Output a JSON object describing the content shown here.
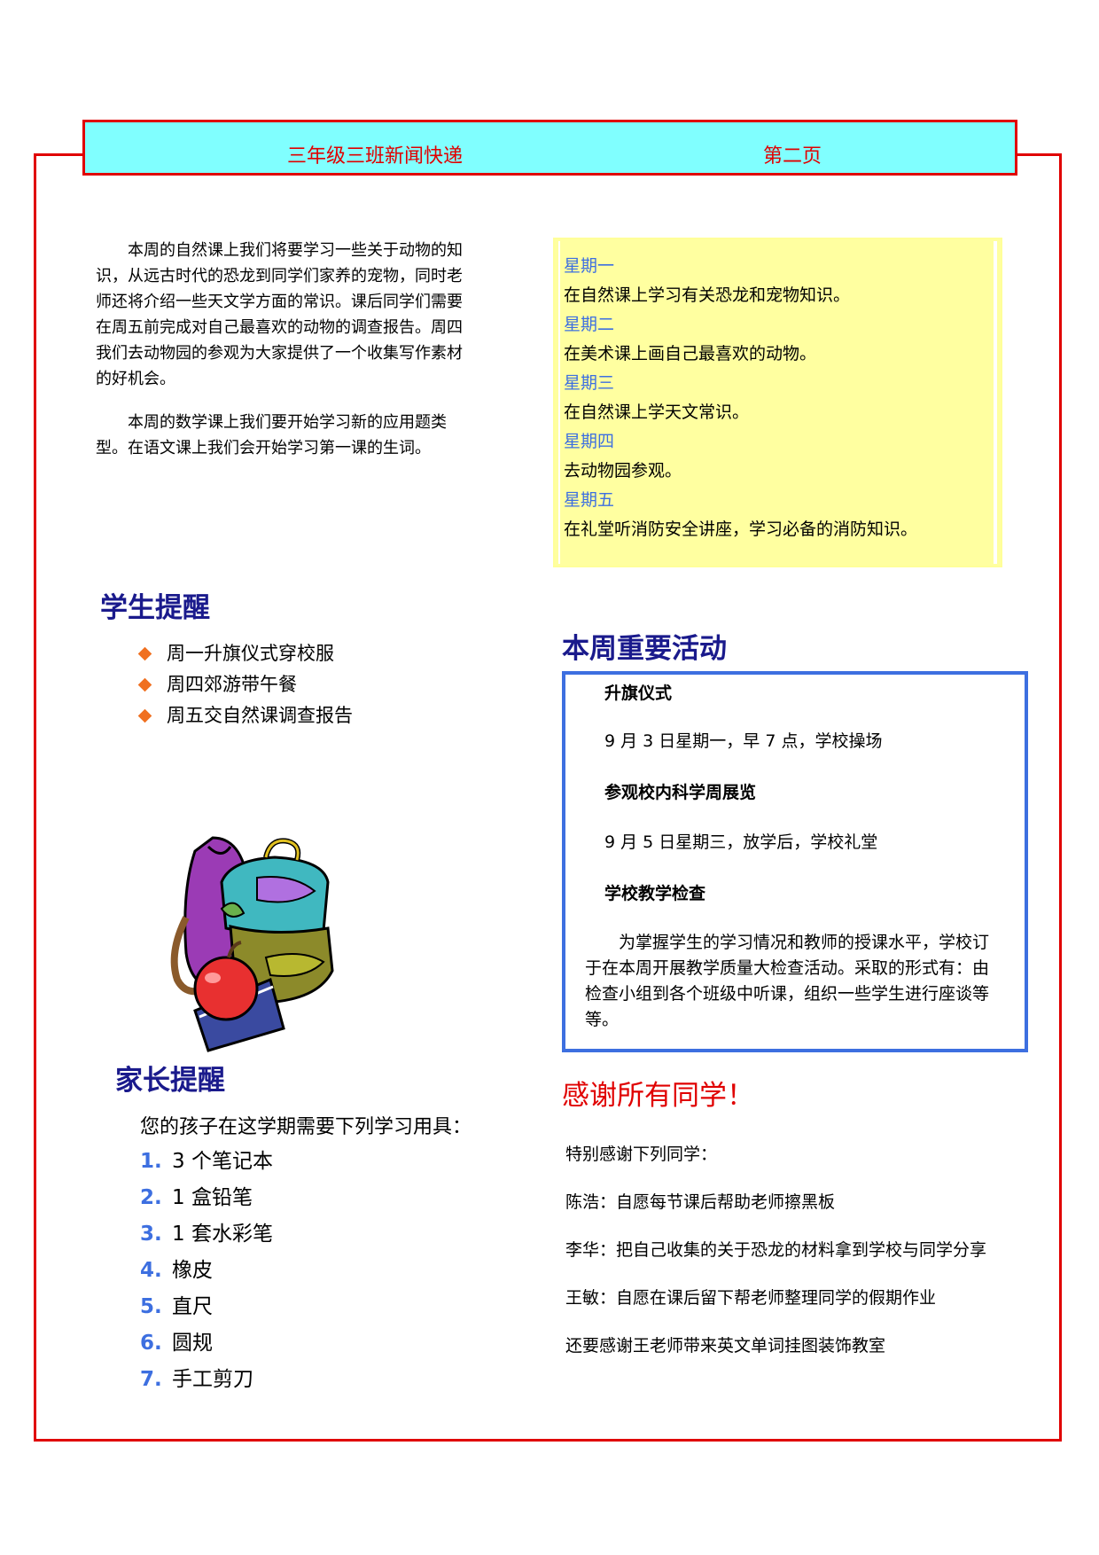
{
  "header": {
    "title": "三年级三班新闻快递",
    "page": "第二页"
  },
  "intro": {
    "p1": "本周的自然课上我们将要学习一些关于动物的知识，从远古时代的恐龙到同学们家养的宠物，同时老师还将介绍一些天文学方面的常识。课后同学们需要在周五前完成对自己最喜欢的动物的调查报告。周四我们去动物园的参观为大家提供了一个收集写作素材的好机会。",
    "p2": "本周的数学课上我们要开始学习新的应用题类型。在语文课上我们会开始学习第一课的生词。"
  },
  "schedule": [
    {
      "day": "星期一",
      "activity": "在自然课上学习有关恐龙和宠物知识。"
    },
    {
      "day": "星期二",
      "activity": "在美术课上画自己最喜欢的动物。"
    },
    {
      "day": "星期三",
      "activity": "在自然课上学天文常识。"
    },
    {
      "day": "星期四",
      "activity": "去动物园参观。"
    },
    {
      "day": "星期五",
      "activity": "在礼堂听消防安全讲座，学习必备的消防知识。"
    }
  ],
  "students": {
    "title": "学生提醒",
    "items": [
      "周一升旗仪式穿校服",
      "周四郊游带午餐",
      "周五交自然课调查报告"
    ]
  },
  "events": {
    "title": "本周重要活动",
    "e1_title": "升旗仪式",
    "e1_text": "9 月  3  日星期一，早 7 点，学校操场",
    "e2_title": "参观校内科学周展览",
    "e2_text": "9 月  5 日星期三，放学后，学校礼堂",
    "e3_title": "学校教学检查",
    "e3_text": "为掌握学生的学习情况和教师的授课水平，学校订于在本周开展教学质量大检查活动。采取的形式有：由检查小组到各个班级中听课，组织一些学生进行座谈等等。"
  },
  "parents": {
    "title": "家长提醒",
    "intro": "您的孩子在这学期需要下列学习用具：",
    "items": [
      {
        "n": "1.",
        "text": "3 个笔记本"
      },
      {
        "n": "2.",
        "text": "1 盒铅笔"
      },
      {
        "n": "3.",
        "text": "1 套水彩笔"
      },
      {
        "n": "4.",
        "text": "橡皮"
      },
      {
        "n": "5.",
        "text": "直尺"
      },
      {
        "n": "6.",
        "text": "圆规"
      },
      {
        "n": "7.",
        "text": "手工剪刀"
      }
    ]
  },
  "thanks": {
    "title": "感谢所有同学！",
    "lines": [
      "特别感谢下列同学：",
      "陈浩：自愿每节课后帮助老师擦黑板",
      "李华：把自己收集的关于恐龙的材料拿到学校与同学分享",
      "王敏：自愿在课后留下帮老师整理同学的假期作业",
      "还要感谢王老师带来英文单词挂图装饰教室"
    ]
  },
  "clipart": "school-backpack-apple-book",
  "colors": {
    "frame": "#e00000",
    "header_bg": "#80ffff",
    "schedule_bg": "#ffffa0",
    "accent_blue": "#3d6fe0",
    "heading_navy": "#1a1a8c",
    "bullet": "#f07020"
  }
}
